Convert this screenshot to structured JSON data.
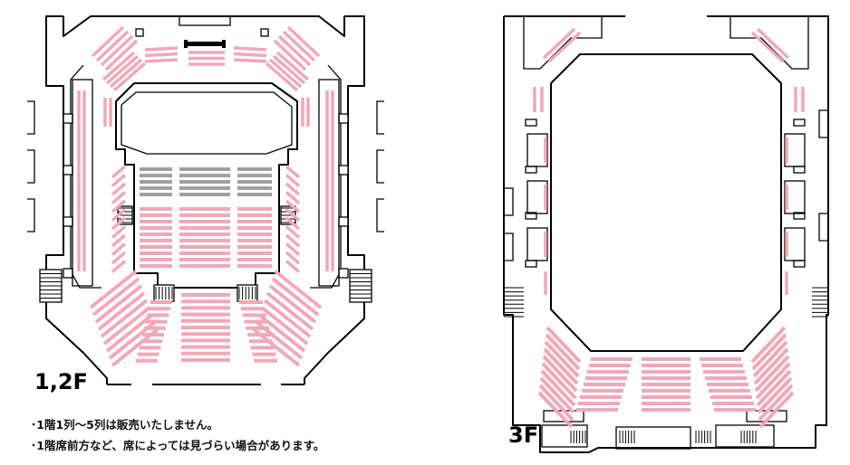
{
  "floors": {
    "lower": {
      "label": "1,2F"
    },
    "upper": {
      "label": "3F"
    }
  },
  "notes": [
    "･1階1列～5列は販売いたしません。",
    "･1階席前方など、席によっては見づらい場合があります。"
  ],
  "colors": {
    "seat": "#f2a7b7",
    "unsold_seat": "#a0a0a0",
    "wall": "#000000",
    "background": "#ffffff"
  }
}
